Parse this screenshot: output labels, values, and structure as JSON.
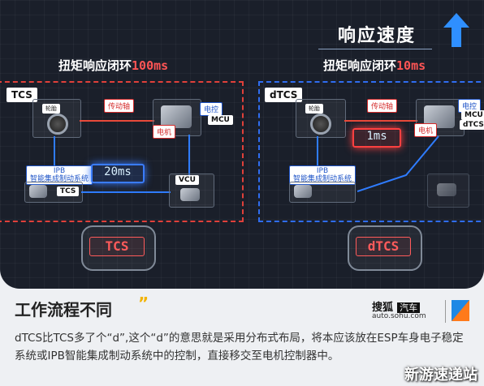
{
  "header": {
    "speed_title": "响应速度"
  },
  "left": {
    "loop_prefix": "扭矩响应闭环",
    "loop_num": "100ms",
    "system_tag": "TCS",
    "wheel_label": "轮胎",
    "shaft_label": "传动轴",
    "control_label": "电控",
    "motor_label": "电机",
    "mcu_label": "MCU",
    "ipb_label_1": "IPB",
    "ipb_label_2": "智能集成制动系统",
    "tcs_small": "TCS",
    "latency": "20ms",
    "vcu_label": "VCU",
    "chip_text": "TCS"
  },
  "right": {
    "loop_prefix": "扭矩响应闭环",
    "loop_num": "10ms",
    "system_tag": "dTCS",
    "wheel_label": "轮胎",
    "shaft_label": "传动轴",
    "control_label": "电控",
    "motor_label": "电机",
    "mcu_label": "MCU",
    "dtcs_small": "dTCS",
    "ipb_label_1": "IPB",
    "ipb_label_2": "智能集成制动系统",
    "latency": "1ms",
    "chip_text": "dTCS"
  },
  "article": {
    "heading": "工作流程不同",
    "quote_mark": "”",
    "paragraph": "dTCS比TCS多了个“d”,这个“d”的意思就是采用分布式布局，将本应该放在ESP车身电子稳定系统或IPB智能集成制动系统中的控制，直接移交至电机控制器中。",
    "logo_cn": "搜狐",
    "logo_badge": "汽车",
    "logo_url": "auto.sohu.com",
    "watermark": "新游速递站"
  },
  "colors": {
    "accent_red": "#e0403a",
    "accent_blue": "#2f6df0",
    "arrow_blue": "#2f8fff"
  }
}
